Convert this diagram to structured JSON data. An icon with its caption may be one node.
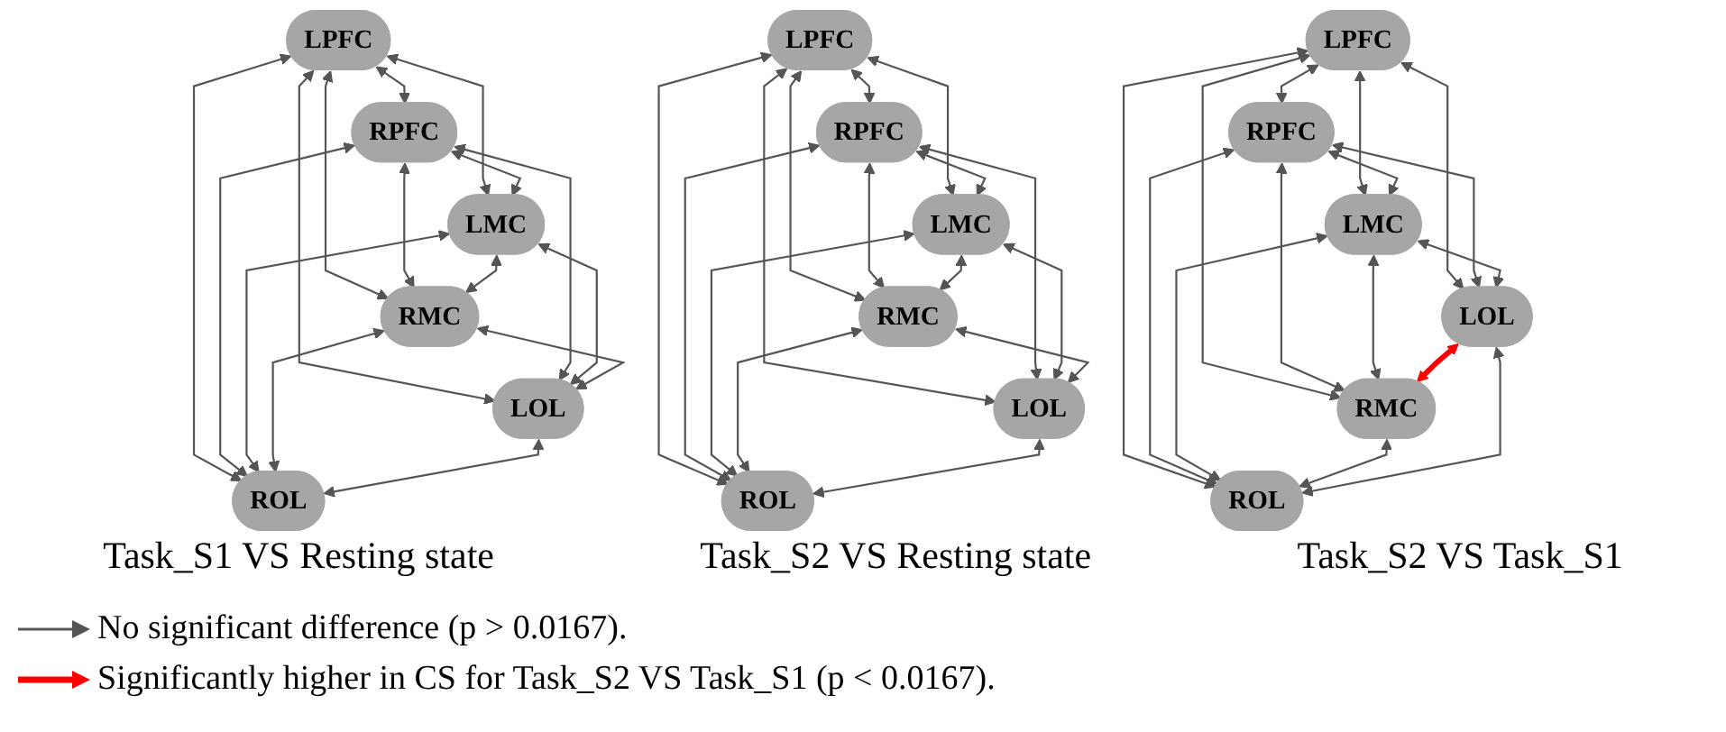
{
  "diagram": {
    "nodes": [
      {
        "text": [
          "LPFC"
        ]
      },
      {
        "text": [
          "RPFC"
        ]
      },
      {
        "text": [
          "LMC"
        ]
      },
      {
        "text": [
          "RMC"
        ]
      },
      {
        "text": [
          "LOL"
        ]
      },
      {
        "text": [
          "ROL"
        ]
      },
      {
        "text": [
          "LPFC"
        ]
      },
      {
        "text": [
          "RPFC"
        ]
      },
      {
        "text": [
          "LMC"
        ]
      },
      {
        "text": [
          "RMC"
        ]
      },
      {
        "text": [
          "LOL"
        ]
      },
      {
        "text": [
          "ROL"
        ]
      },
      {
        "text": [
          "LPFC"
        ]
      },
      {
        "text": [
          "RPFC"
        ]
      },
      {
        "text": [
          "LMC"
        ]
      },
      {
        "text": [
          "RMC"
        ]
      },
      {
        "text": [
          "LOL"
        ]
      },
      {
        "text": [
          "ROL"
        ]
      }
    ],
    "edges": [
      {
        "from": 0,
        "to": 1,
        "arrow": "both"
      },
      {
        "from": 0,
        "to": 2,
        "arrow": "both"
      },
      {
        "from": 0,
        "to": 3,
        "arrow": "both"
      },
      {
        "from": 0,
        "to": 4,
        "arrow": "both"
      },
      {
        "from": 0,
        "to": 5,
        "arrow": "both"
      },
      {
        "from": 1,
        "to": 2,
        "arrow": "both"
      },
      {
        "from": 1,
        "to": 3,
        "arrow": "both"
      },
      {
        "from": 1,
        "to": 4,
        "arrow": "both"
      },
      {
        "from": 1,
        "to": 5,
        "arrow": "both"
      },
      {
        "from": 2,
        "to": 3,
        "arrow": "both"
      },
      {
        "from": 2,
        "to": 4,
        "arrow": "both"
      },
      {
        "from": 2,
        "to": 5,
        "arrow": "both"
      },
      {
        "from": 3,
        "to": 4,
        "arrow": "both"
      },
      {
        "from": 3,
        "to": 5,
        "arrow": "both"
      },
      {
        "from": 4,
        "to": 5,
        "arrow": "both"
      },
      {
        "from": 6,
        "to": 7,
        "arrow": "both"
      },
      {
        "from": 6,
        "to": 8,
        "arrow": "both"
      },
      {
        "from": 6,
        "to": 9,
        "arrow": "both"
      },
      {
        "from": 6,
        "to": 10,
        "arrow": "both"
      },
      {
        "from": 6,
        "to": 11,
        "arrow": "both"
      },
      {
        "from": 7,
        "to": 8,
        "arrow": "both"
      },
      {
        "from": 7,
        "to": 9,
        "arrow": "both"
      },
      {
        "from": 7,
        "to": 10,
        "arrow": "both"
      },
      {
        "from": 7,
        "to": 11,
        "arrow": "both"
      },
      {
        "from": 8,
        "to": 9,
        "arrow": "both"
      },
      {
        "from": 8,
        "to": 10,
        "arrow": "both"
      },
      {
        "from": 8,
        "to": 11,
        "arrow": "both"
      },
      {
        "from": 9,
        "to": 10,
        "arrow": "both"
      },
      {
        "from": 9,
        "to": 11,
        "arrow": "both"
      },
      {
        "from": 10,
        "to": 11,
        "arrow": "both"
      },
      {
        "from": 12,
        "to": 13,
        "arrow": "both"
      },
      {
        "from": 12,
        "to": 14,
        "arrow": "both"
      },
      {
        "from": 12,
        "to": 15,
        "arrow": "both"
      },
      {
        "from": 12,
        "to": 16,
        "arrow": "both"
      },
      {
        "from": 12,
        "to": 17,
        "arrow": "both"
      },
      {
        "from": 13,
        "to": 14,
        "arrow": "both"
      },
      {
        "from": 13,
        "to": 15,
        "arrow": "both"
      },
      {
        "from": 13,
        "to": 16,
        "arrow": "both"
      },
      {
        "from": 13,
        "to": 17,
        "arrow": "both"
      },
      {
        "from": 14,
        "to": 15,
        "arrow": "both"
      },
      {
        "from": 14,
        "to": 16,
        "arrow": "both"
      },
      {
        "from": 14,
        "to": 17,
        "arrow": "both"
      },
      {
        "from": 16,
        "to": 15,
        "arrow": "both",
        "style": "thick",
        "color": "#ff0000"
      },
      {
        "from": 15,
        "to": 17,
        "arrow": "both"
      },
      {
        "from": 16,
        "to": 17,
        "arrow": "both"
      }
    ],
    "labels": [
      "Task_S1 VS Resting state",
      "Task_S2 VS Resting state",
      "Task_S2 VS Task_S1"
    ],
    "legend": [
      {
        "text": "No significant difference (p > 0.0167)."
      },
      {
        "text": "Significantly higher in CS for Task_S2 VS Task_S1 (p < 0.0167)."
      }
    ]
  }
}
